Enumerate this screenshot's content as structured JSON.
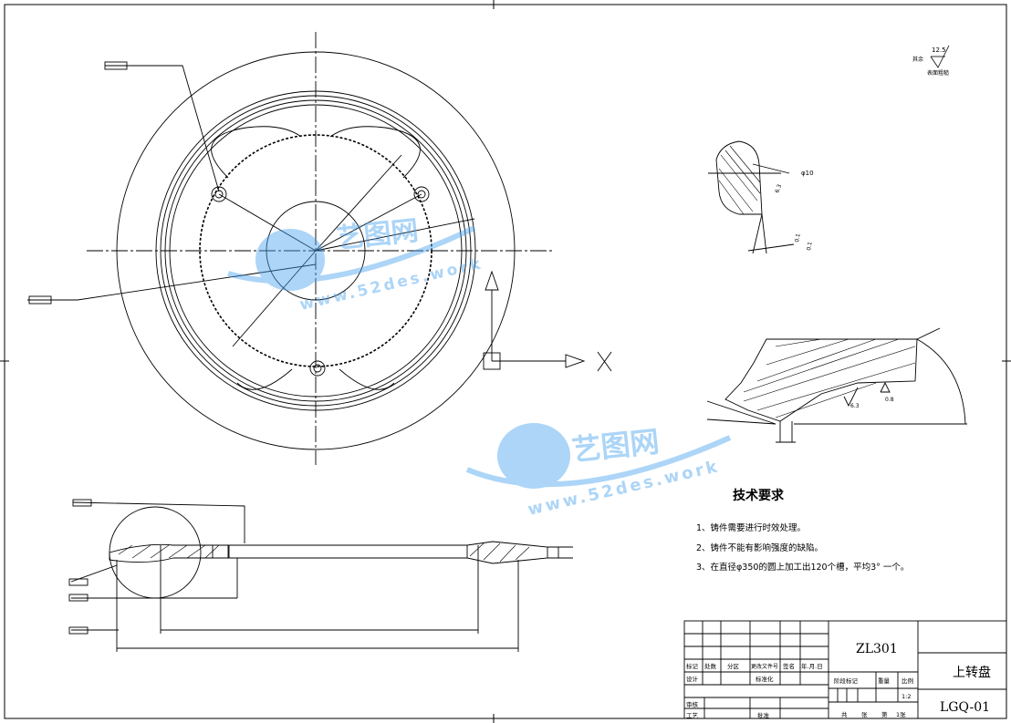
{
  "drawing": {
    "part_code": "ZL301",
    "part_name": "上转盘",
    "drawing_number": "LGQ-01",
    "scale": "1:2",
    "sheet_info": {
      "total_label": "共",
      "sheets_label": "张",
      "page_label": "第",
      "page_value": "1张"
    }
  },
  "technical_requirements": {
    "title": "技术要求",
    "items": [
      "1、铸件需要进行时效处理。",
      "2、铸件不能有影响强度的缺陷。",
      "3、在直径φ350的圆上加工出120个槽，平均3° 一个。"
    ]
  },
  "title_block": {
    "row_labels": {
      "revision": [
        "标记",
        "处数",
        "分区",
        "更改文件号",
        "签名",
        "年.月.日"
      ],
      "design": "设计",
      "standardization": "标准化",
      "review": "审核",
      "process": "工艺",
      "approve": "批准",
      "stage": "阶段标记",
      "weight": "重量",
      "scale": "比例"
    }
  },
  "annotations": {
    "roughness_top": "12.5",
    "roughness_note_left": "其余",
    "roughness_note_right": "表面粗糙",
    "detail_dim_phi": "φ10",
    "detail_dim_a": "6.3",
    "detail_dim_b": "0.1",
    "detail_dim_c": "0.1",
    "section_rough_a": "6.3",
    "section_rough_b": "0.8",
    "axis_x": "X"
  },
  "watermark": {
    "brand": "艺图网",
    "url": "www.52des.work"
  }
}
